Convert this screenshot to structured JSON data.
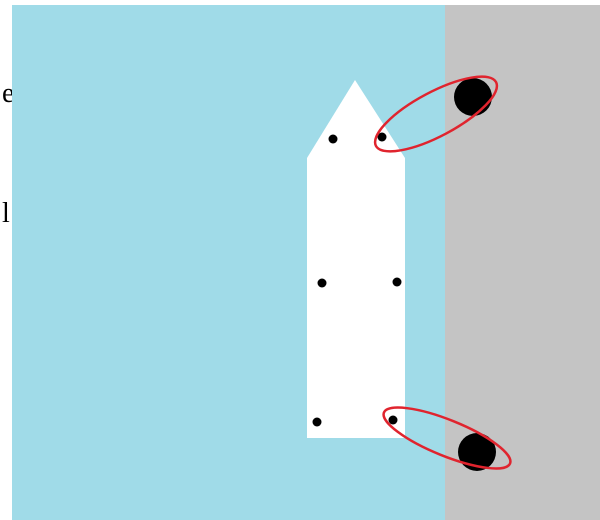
{
  "colors": {
    "water": "#a0dbe8",
    "dock": "#c4c4c4",
    "boat": "#ffffff",
    "cleat": "#000000",
    "highlight": "#e0242e",
    "background": "#ffffff"
  },
  "edge_text": {
    "line1": "e",
    "line2": "l"
  },
  "diagram": {
    "boat_cleats": 6,
    "dock_bollards": 2,
    "highlighted_connections": 2
  }
}
